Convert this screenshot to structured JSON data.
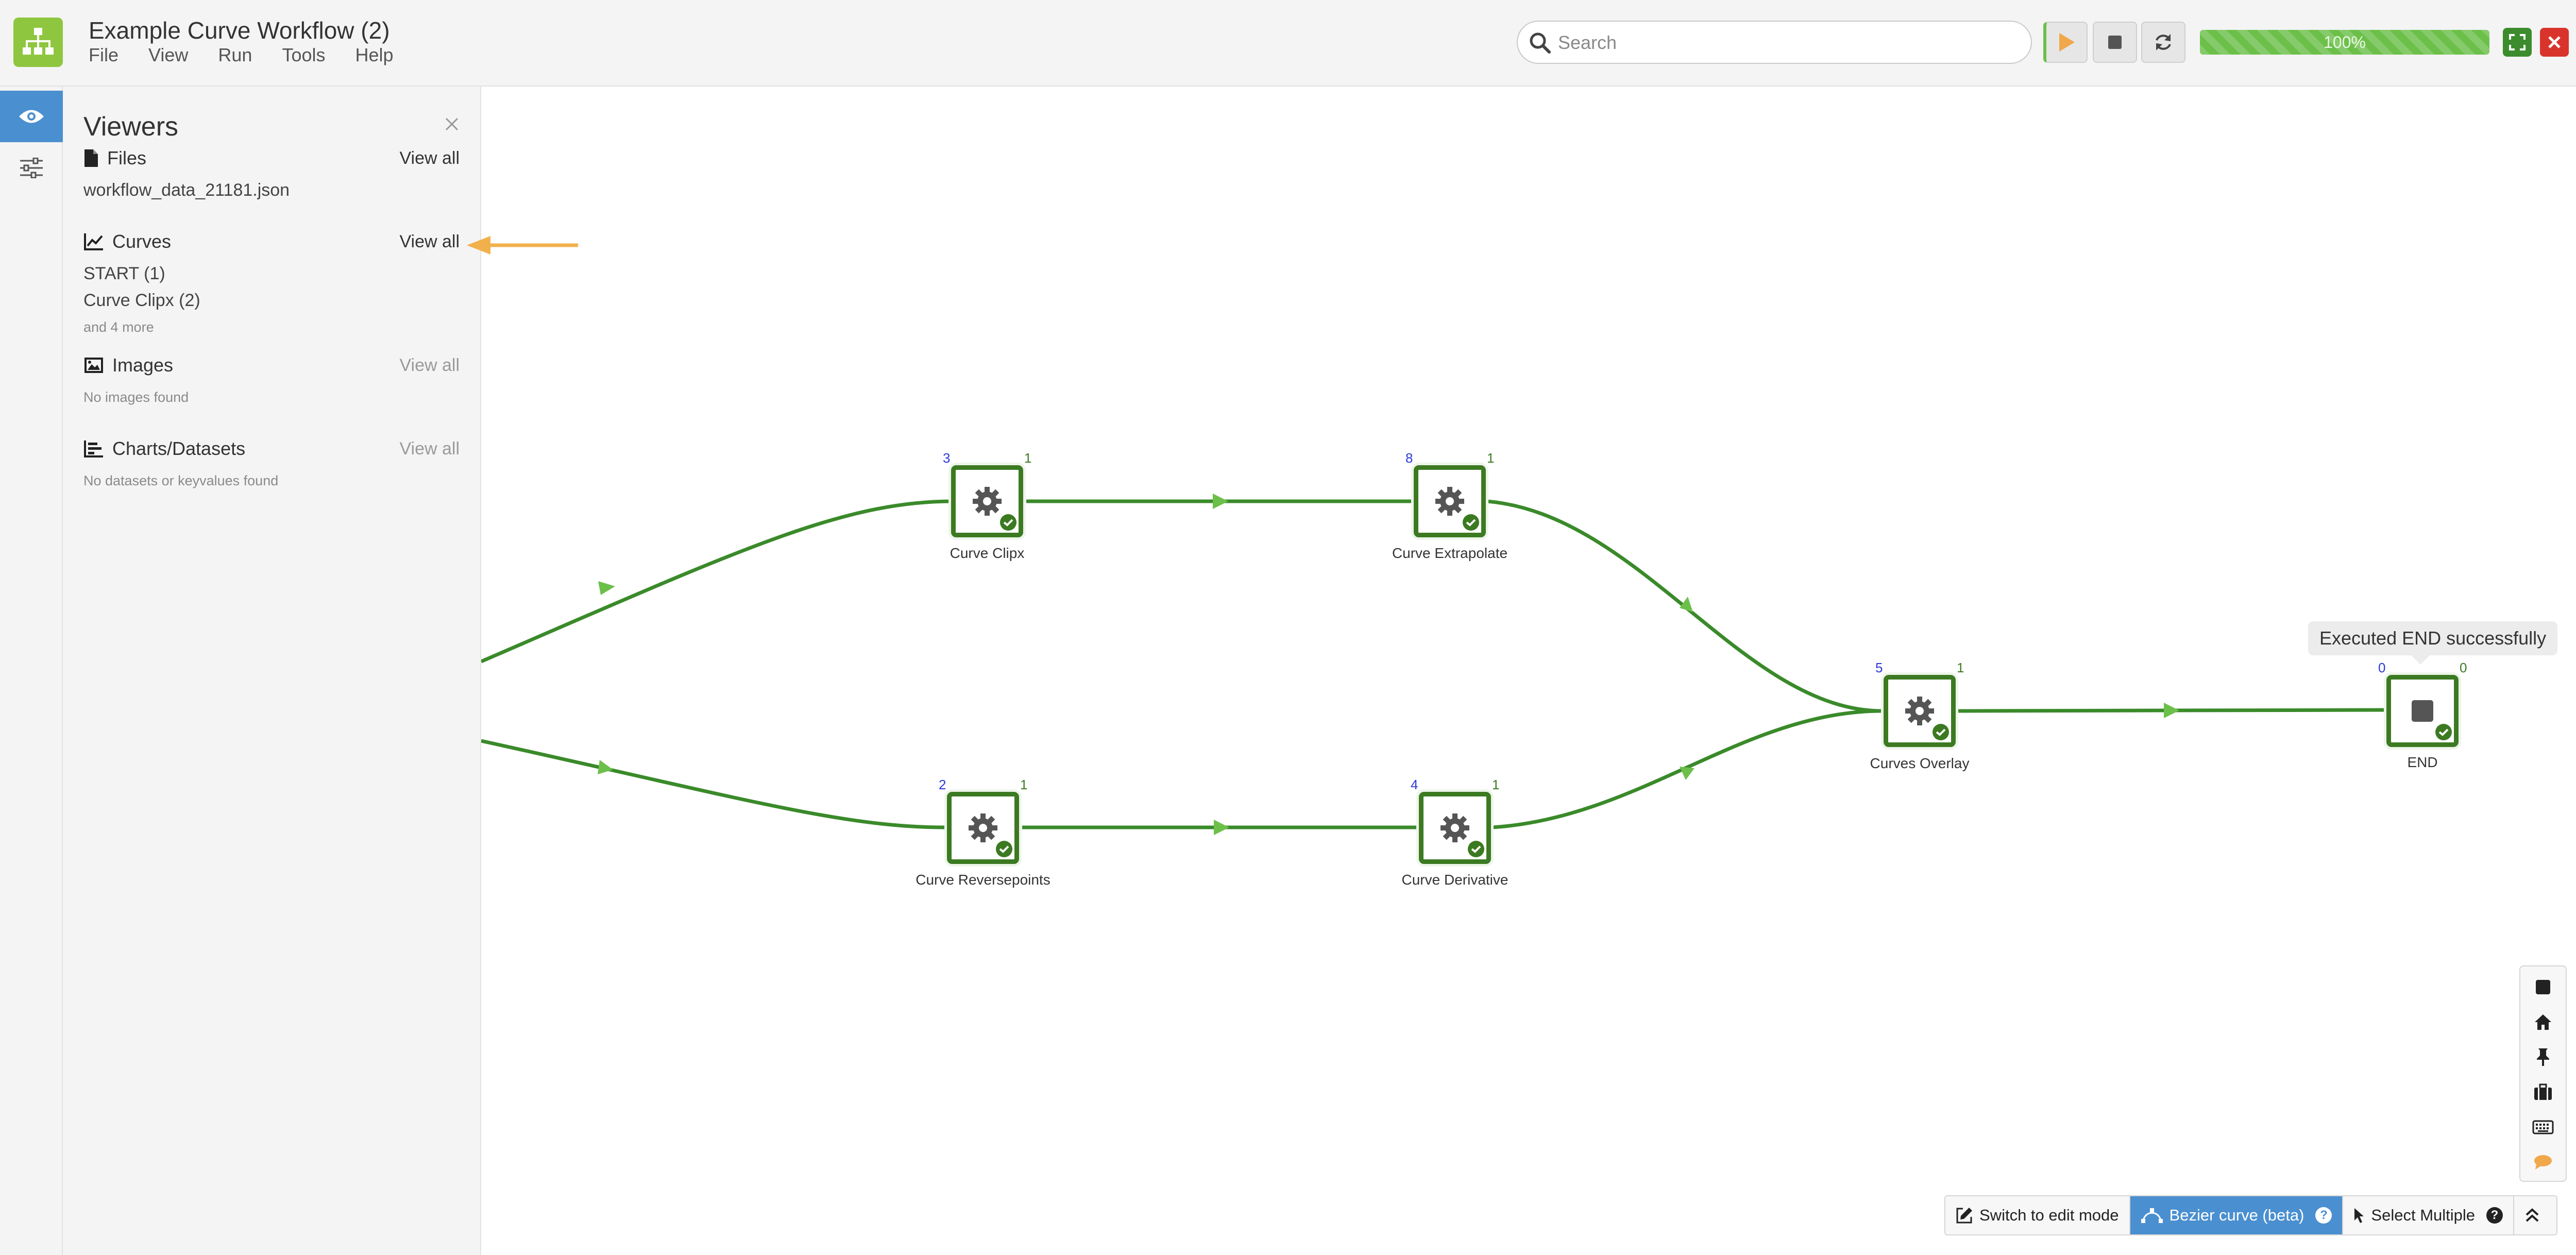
{
  "window": {
    "title": "Example Curve Workflow (2)",
    "menu": [
      "File",
      "View",
      "Run",
      "Tools",
      "Help"
    ]
  },
  "search": {
    "placeholder": "Search",
    "value": ""
  },
  "toolbar": {
    "progress_percent": 100,
    "progress_label": "100%",
    "progress_color": "#6cc04a",
    "run_icon": "play-icon",
    "stop_icon": "stop-icon",
    "refresh_icon": "refresh-icon",
    "fullscreen_icon": "fullscreen-icon",
    "close_icon": "close-icon"
  },
  "activity_bar": {
    "items": [
      {
        "icon": "eye-icon",
        "active": true
      },
      {
        "icon": "sliders-icon",
        "active": false
      }
    ]
  },
  "viewers": {
    "title": "Viewers",
    "sections": {
      "files": {
        "label": "Files",
        "view_all": "View all",
        "items": [
          "workflow_data_21181.json"
        ]
      },
      "curves": {
        "label": "Curves",
        "view_all": "View all",
        "items": [
          "START (1)",
          "Curve Clipx (2)"
        ],
        "more": "and 4 more"
      },
      "images": {
        "label": "Images",
        "view_all": "View all",
        "empty": "No images found"
      },
      "charts": {
        "label": "Charts/Datasets",
        "view_all": "View all",
        "empty": "No datasets or keyvalues found"
      }
    }
  },
  "workflow": {
    "edge_color": "#3a8a2a",
    "nodes": [
      {
        "id": "clipx",
        "label": "Curve Clipx",
        "in": "3",
        "out": "1",
        "icon": "gear-icon"
      },
      {
        "id": "extrapolate",
        "label": "Curve Extrapolate",
        "in": "8",
        "out": "1",
        "icon": "gear-icon"
      },
      {
        "id": "reversepoints",
        "label": "Curve Reversepoints",
        "in": "2",
        "out": "1",
        "icon": "gear-icon"
      },
      {
        "id": "derivative",
        "label": "Curve Derivative",
        "in": "4",
        "out": "1",
        "icon": "gear-icon"
      },
      {
        "id": "overlay",
        "label": "Curves Overlay",
        "in": "5",
        "out": "1",
        "icon": "gear-icon"
      },
      {
        "id": "end",
        "label": "END",
        "in": "0",
        "out": "0",
        "icon": "stop-square-icon"
      }
    ],
    "tooltip": "Executed END successfully"
  },
  "bottom_toolbar": {
    "edit_mode": "Switch to edit mode",
    "bezier": "Bezier curve (beta)",
    "select_multiple": "Select Multiple",
    "help": "?"
  }
}
